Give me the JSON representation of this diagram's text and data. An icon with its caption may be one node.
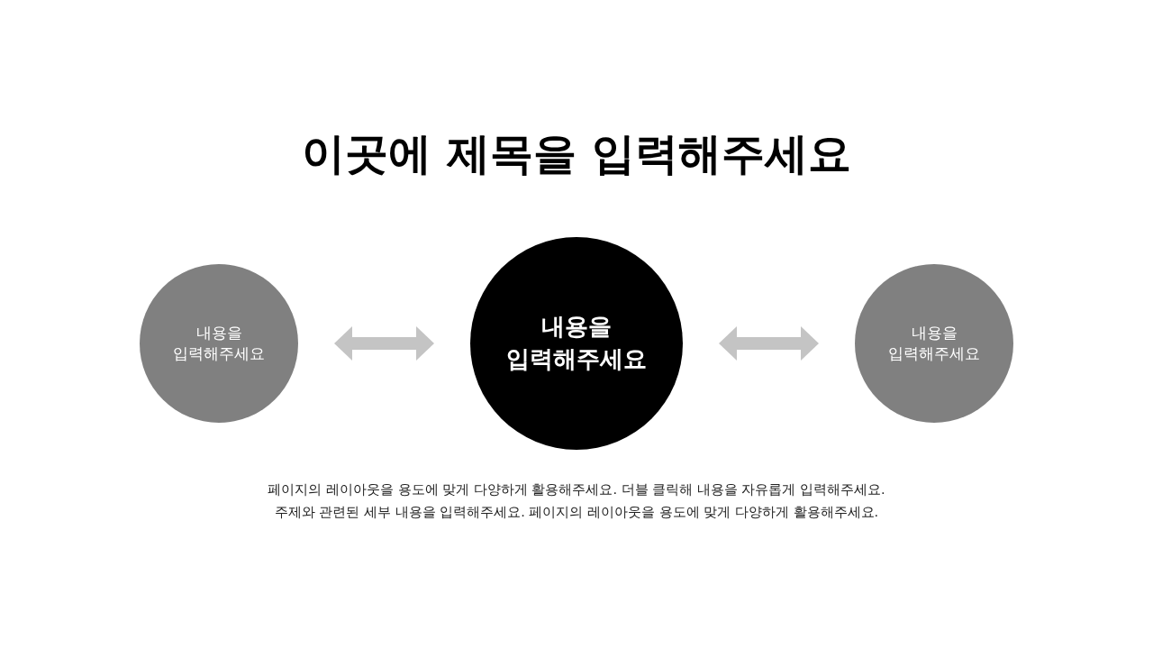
{
  "diagram": {
    "title": "이곳에 제목을 입력해주세요",
    "nodes": [
      {
        "text": [
          "내용을 입력해주세요"
        ]
      },
      {
        "text": [
          "내용을 입력해주세요"
        ]
      },
      {
        "text": [
          "내용을 입력해주세요"
        ]
      }
    ],
    "edges": [
      {
        "from": 0,
        "to": 1,
        "arrow": "both",
        "color": "#c4c4c4"
      },
      {
        "from": 1,
        "to": 2,
        "arrow": "both",
        "color": "#c4c4c4"
      }
    ],
    "labels": [
      "페이지의 레이아웃을 용도에 맞게 다양하게 활용해주세요. 더블 클릭해 내용을 자유롭게 입력해주세요.",
      "주제와 관련된 세부 내용을 입력해주세요. 페이지의 레이아웃을 용도에 맞게 다양하게 활용해주세요."
    ]
  }
}
